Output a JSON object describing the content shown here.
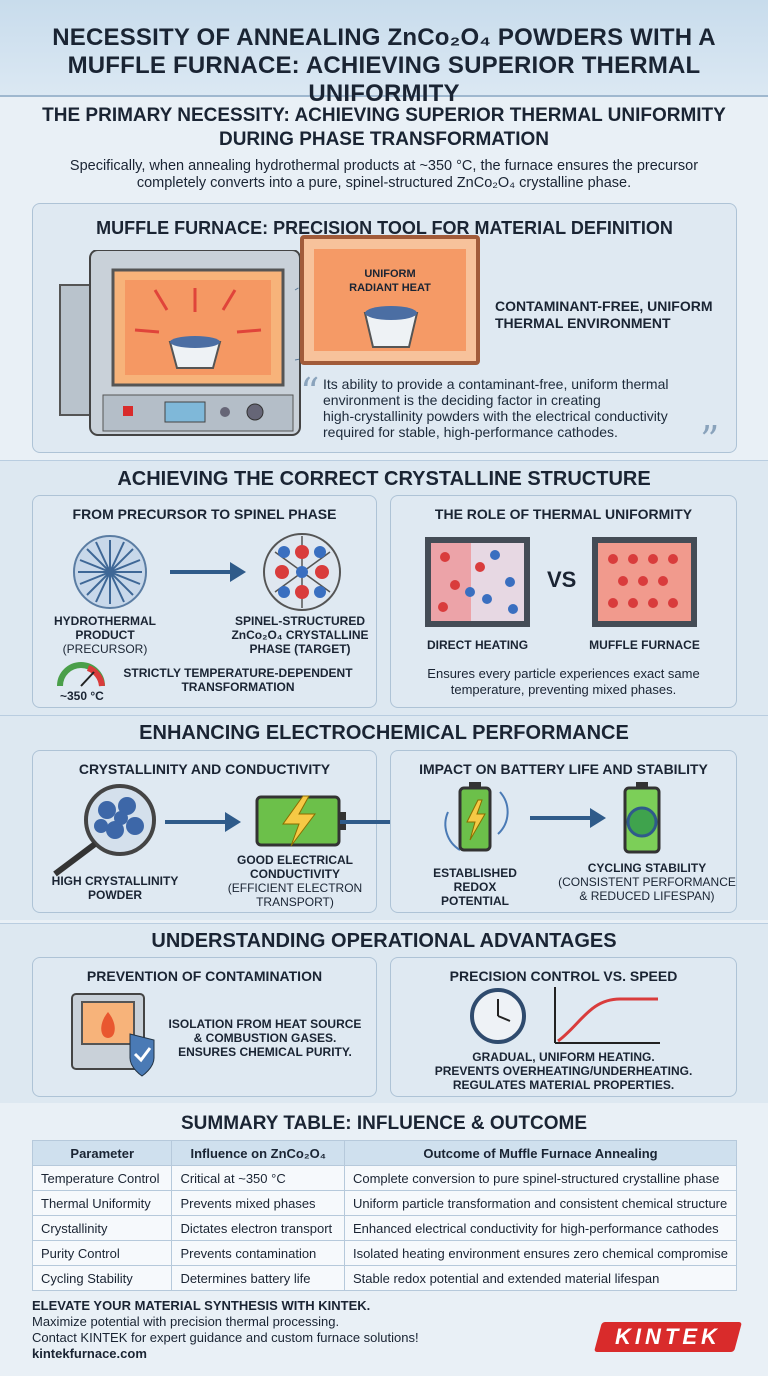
{
  "header": {
    "line1": "NECESSITY OF ANNEALING ZnCo₂O₄ POWDERS WITH A",
    "line2": "MUFFLE FURNACE: ACHIEVING SUPERIOR THERMAL UNIFORMITY"
  },
  "primary": {
    "title1": "THE PRIMARY NECESSITY: ACHIEVING SUPERIOR THERMAL UNIFORMITY",
    "title2": "DURING PHASE TRANSFORMATION",
    "text1": "Specifically, when annealing hydrothermal products at ~350 °C, the furnace ensures the precursor",
    "text2": "completely converts into a pure, spinel-structured ZnCo₂O₄ crystalline phase."
  },
  "furnace": {
    "title": "MUFFLE FURNACE: PRECISION TOOL FOR MATERIAL DEFINITION",
    "heat_label1": "UNIFORM",
    "heat_label2": "RADIANT HEAT",
    "env1": "CONTAMINANT-FREE, UNIFORM",
    "env2": "THERMAL ENVIRONMENT",
    "quote1": "Its ability to provide a contaminant-free, uniform thermal",
    "quote2": "environment is the deciding factor in creating",
    "quote3": "high-crystallinity powders with the electrical conductivity",
    "quote4": "required for stable, high-performance cathodes."
  },
  "crystal": {
    "title": "ACHIEVING THE CORRECT CRYSTALLINE STRUCTURE",
    "left": {
      "title": "FROM PRECURSOR TO SPINEL PHASE",
      "a1": "HYDROTHERMAL",
      "a2": "PRODUCT",
      "a3": "(PRECURSOR)",
      "b1": "SPINEL-STRUCTURED",
      "b2": "ZnCo₂O₄ CRYSTALLINE",
      "b3": "PHASE (TARGET)",
      "temp": "~350 °C",
      "dep1": "STRICTLY TEMPERATURE-DEPENDENT",
      "dep2": "TRANSFORMATION"
    },
    "right": {
      "title": "THE ROLE OF THERMAL UNIFORMITY",
      "vs": "VS",
      "direct": "DIRECT HEATING",
      "muffle": "MUFFLE FURNACE",
      "note1": "Ensures every particle experiences exact same",
      "note2": "temperature, preventing mixed phases."
    }
  },
  "electro": {
    "title": "ENHANCING ELECTROCHEMICAL PERFORMANCE",
    "left": {
      "title": "CRYSTALLINITY AND CONDUCTIVITY",
      "p1": "HIGH CRYSTALLINITY",
      "p2": "POWDER",
      "c1": "GOOD ELECTRICAL",
      "c2": "CONDUCTIVITY",
      "c3": "(EFFICIENT ELECTRON",
      "c4": "TRANSPORT)"
    },
    "right": {
      "title": "IMPACT ON BATTERY LIFE AND STABILITY",
      "r1": "ESTABLISHED",
      "r2": "REDOX POTENTIAL",
      "s1": "CYCLING STABILITY",
      "s2": "(CONSISTENT PERFORMANCE",
      "s3": "& REDUCED LIFESPAN)"
    }
  },
  "ops": {
    "title": "UNDERSTANDING OPERATIONAL ADVANTAGES",
    "left": {
      "title": "PREVENTION OF CONTAMINATION",
      "t1": "ISOLATION FROM HEAT SOURCE",
      "t2": "& COMBUSTION GASES.",
      "t3": "ENSURES CHEMICAL PURITY."
    },
    "right": {
      "title": "PRECISION CONTROL VS. SPEED",
      "t1": "GRADUAL, UNIFORM HEATING.",
      "t2": "PREVENTS OVERHEATING/UNDERHEATING.",
      "t3": "REGULATES MATERIAL PROPERTIES."
    }
  },
  "summary": {
    "title": "SUMMARY TABLE: INFLUENCE & OUTCOME",
    "headers": [
      "Parameter",
      "Influence on ZnCo₂O₄",
      "Outcome of Muffle Furnace Annealing"
    ],
    "rows": [
      [
        "Temperature Control",
        "Critical at ~350 °C",
        "Complete conversion to pure spinel-structured crystalline phase"
      ],
      [
        "Thermal Uniformity",
        "Prevents mixed phases",
        "Uniform particle transformation and consistent chemical structure"
      ],
      [
        "Crystallinity",
        "Dictates electron transport",
        "Enhanced electrical conductivity for high-performance cathodes"
      ],
      [
        "Purity Control",
        "Prevents contamination",
        "Isolated heating environment ensures zero chemical compromise"
      ],
      [
        "Cycling Stability",
        "Determines battery life",
        "Stable redox potential and extended material lifespan"
      ]
    ]
  },
  "footer": {
    "l1": "ELEVATE YOUR MATERIAL SYNTHESIS WITH KINTEK.",
    "l2": "Maximize potential with precision thermal processing.",
    "l3": "Contact KINTEK for expert guidance and custom furnace solutions!",
    "l4": "kintekfurnace.com",
    "logo": "KINTEK"
  },
  "colors": {
    "accent_red": "#d92b2b",
    "accent_blue": "#3a6fa0"
  }
}
